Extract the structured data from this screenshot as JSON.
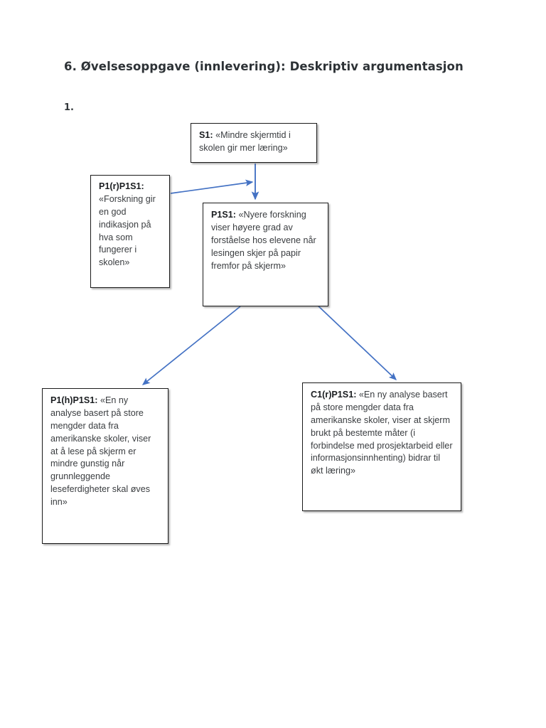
{
  "document": {
    "title": "6. Øvelsesoppgave (innlevering): Deskriptiv argumentasjon",
    "list_marker": "1."
  },
  "colors": {
    "arrow": "#4472C4",
    "box_border": "#1a1a1a",
    "text": "#35383b",
    "page_background": "#ffffff"
  },
  "diagram": {
    "type": "argument-map",
    "nodes": [
      {
        "id": "s1",
        "tag": "S1:",
        "text": " «Mindre skjermtid i skolen gir mer læring»"
      },
      {
        "id": "p1r-p1s1",
        "tag": "P1(r)P1S1:",
        "text": " «Forskning gir en god indikasjon på hva som fungerer i skolen»"
      },
      {
        "id": "p1s1",
        "tag": "P1S1:",
        "text": " «Nyere forskning viser høyere grad av forståelse hos elevene når lesingen skjer på papir fremfor på skjerm»"
      },
      {
        "id": "p1h-p1s1",
        "tag": "P1(h)P1S1:",
        "text": " «En ny analyse basert på store mengder data fra amerikanske skoler, viser at å lese på skjerm er mindre gunstig når grunnleggende leseferdigheter skal øves inn»"
      },
      {
        "id": "c1r-p1s1",
        "tag": "C1(r)P1S1:",
        "text": " «En ny analyse basert på store mengder data fra amerikanske skoler, viser at skjerm brukt på bestemte måter (i forbindelse med prosjektarbeid eller informasjonsinnhenting) bidrar til økt læring»"
      }
    ],
    "edges": [
      {
        "id": "edge-s1-to-p1s1",
        "from": "s1",
        "to": "p1s1",
        "style": "straight-arrow"
      },
      {
        "id": "edge-p1r-to-trunk",
        "from": "p1r-p1s1",
        "to": "p1s1",
        "style": "straight-arrow"
      },
      {
        "id": "edge-p1s1-to-p1h",
        "from": "p1s1",
        "to": "p1h-p1s1",
        "style": "straight-arrow"
      },
      {
        "id": "edge-p1s1-to-c1r",
        "from": "p1s1",
        "to": "c1r-p1s1",
        "style": "straight-arrow"
      }
    ]
  }
}
